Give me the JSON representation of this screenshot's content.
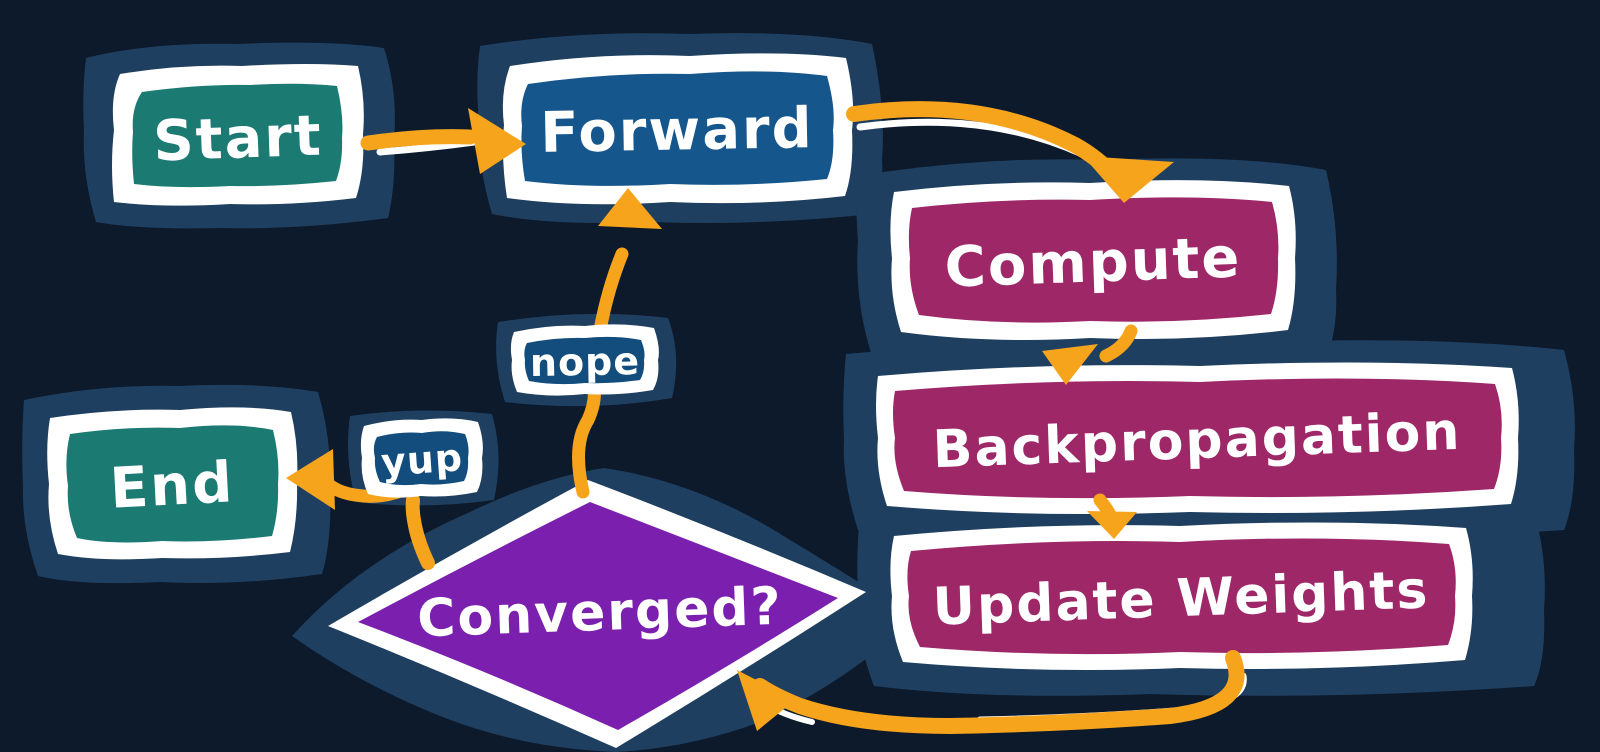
{
  "diagram": {
    "type": "flowchart",
    "colors": {
      "background": "#0d1a2c",
      "halo": "#1f3f60",
      "outline": "#ffffff",
      "arrow": "#f7a41d",
      "text": "#ffffff"
    },
    "nodes": {
      "start": {
        "label": "Start",
        "shape": "rectangle",
        "fill": "#1b7a72"
      },
      "forward": {
        "label": "Forward",
        "shape": "rectangle",
        "fill": "#15568c"
      },
      "compute": {
        "label": "Compute",
        "shape": "rectangle",
        "fill": "#9d2767"
      },
      "backpropagation": {
        "label": "Backpropagation",
        "shape": "rectangle",
        "fill": "#9d2767"
      },
      "update_weights": {
        "label": "Update Weights",
        "shape": "rectangle",
        "fill": "#9d2767"
      },
      "converged": {
        "label": "Converged?",
        "shape": "diamond",
        "fill": "#7b20ae"
      },
      "end": {
        "label": "End",
        "shape": "rectangle",
        "fill": "#1b7a72"
      }
    },
    "edge_labels": {
      "nope": {
        "label": "nope",
        "fill": "#134d7e"
      },
      "yup": {
        "label": "yup",
        "fill": "#134d7e"
      }
    },
    "edges": [
      {
        "from": "start",
        "to": "forward"
      },
      {
        "from": "forward",
        "to": "compute"
      },
      {
        "from": "compute",
        "to": "backpropagation"
      },
      {
        "from": "backpropagation",
        "to": "update_weights"
      },
      {
        "from": "update_weights",
        "to": "converged"
      },
      {
        "from": "converged",
        "to": "forward",
        "label": "nope"
      },
      {
        "from": "converged",
        "to": "end",
        "label": "yup"
      }
    ]
  }
}
